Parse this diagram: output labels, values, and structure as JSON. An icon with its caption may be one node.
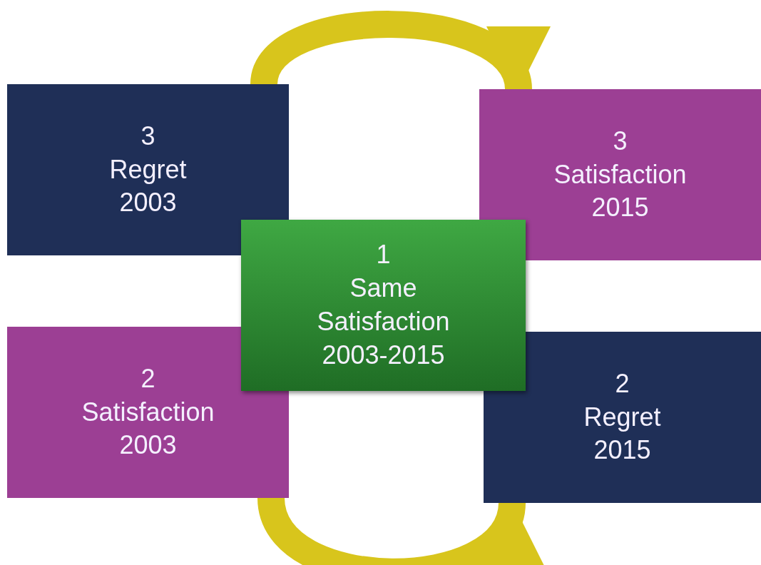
{
  "diagram": {
    "nodes": [
      {
        "text": [
          "3",
          "Regret",
          "2003"
        ]
      },
      {
        "text": [
          "3",
          "Satisfaction",
          "2015"
        ]
      },
      {
        "text": [
          "1",
          "Same",
          "Satisfaction",
          "2003-2015"
        ]
      },
      {
        "text": [
          "2",
          "Satisfaction",
          "2003"
        ]
      },
      {
        "text": [
          "2",
          "Regret",
          "2015"
        ]
      }
    ],
    "edges": [
      {
        "from": 0,
        "to": 1,
        "arrow": "to"
      },
      {
        "from": 3,
        "to": 4,
        "arrow": "to"
      }
    ]
  }
}
